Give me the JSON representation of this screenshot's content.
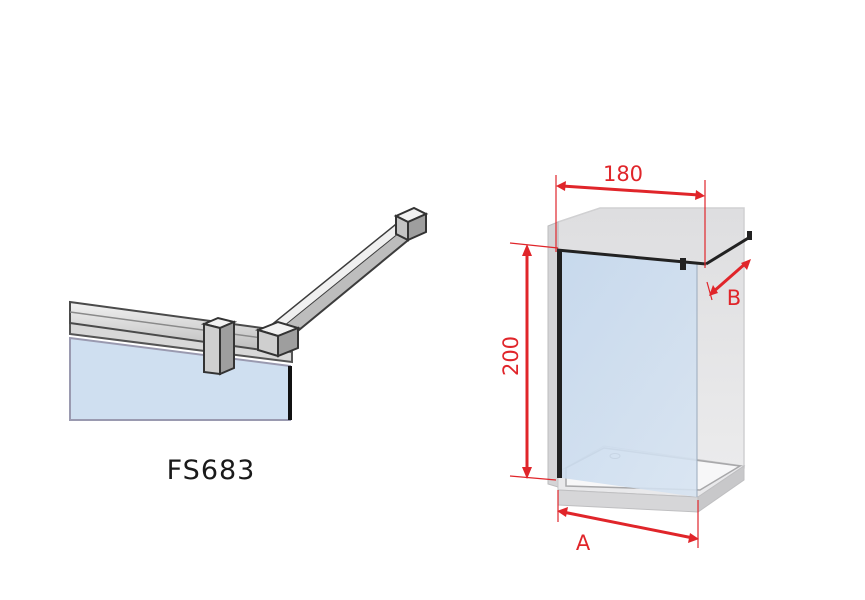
{
  "left_detail": {
    "product_code": "FS683"
  },
  "right_diagram": {
    "dimension_width": "180",
    "dimension_height": "200",
    "dimension_a": "A",
    "dimension_b": "B"
  },
  "colors": {
    "dimension_red": "#e0252a",
    "glass_blue": "#c6d9ee",
    "frame_black": "#222222",
    "wall_grey": "#e2e2e4"
  }
}
